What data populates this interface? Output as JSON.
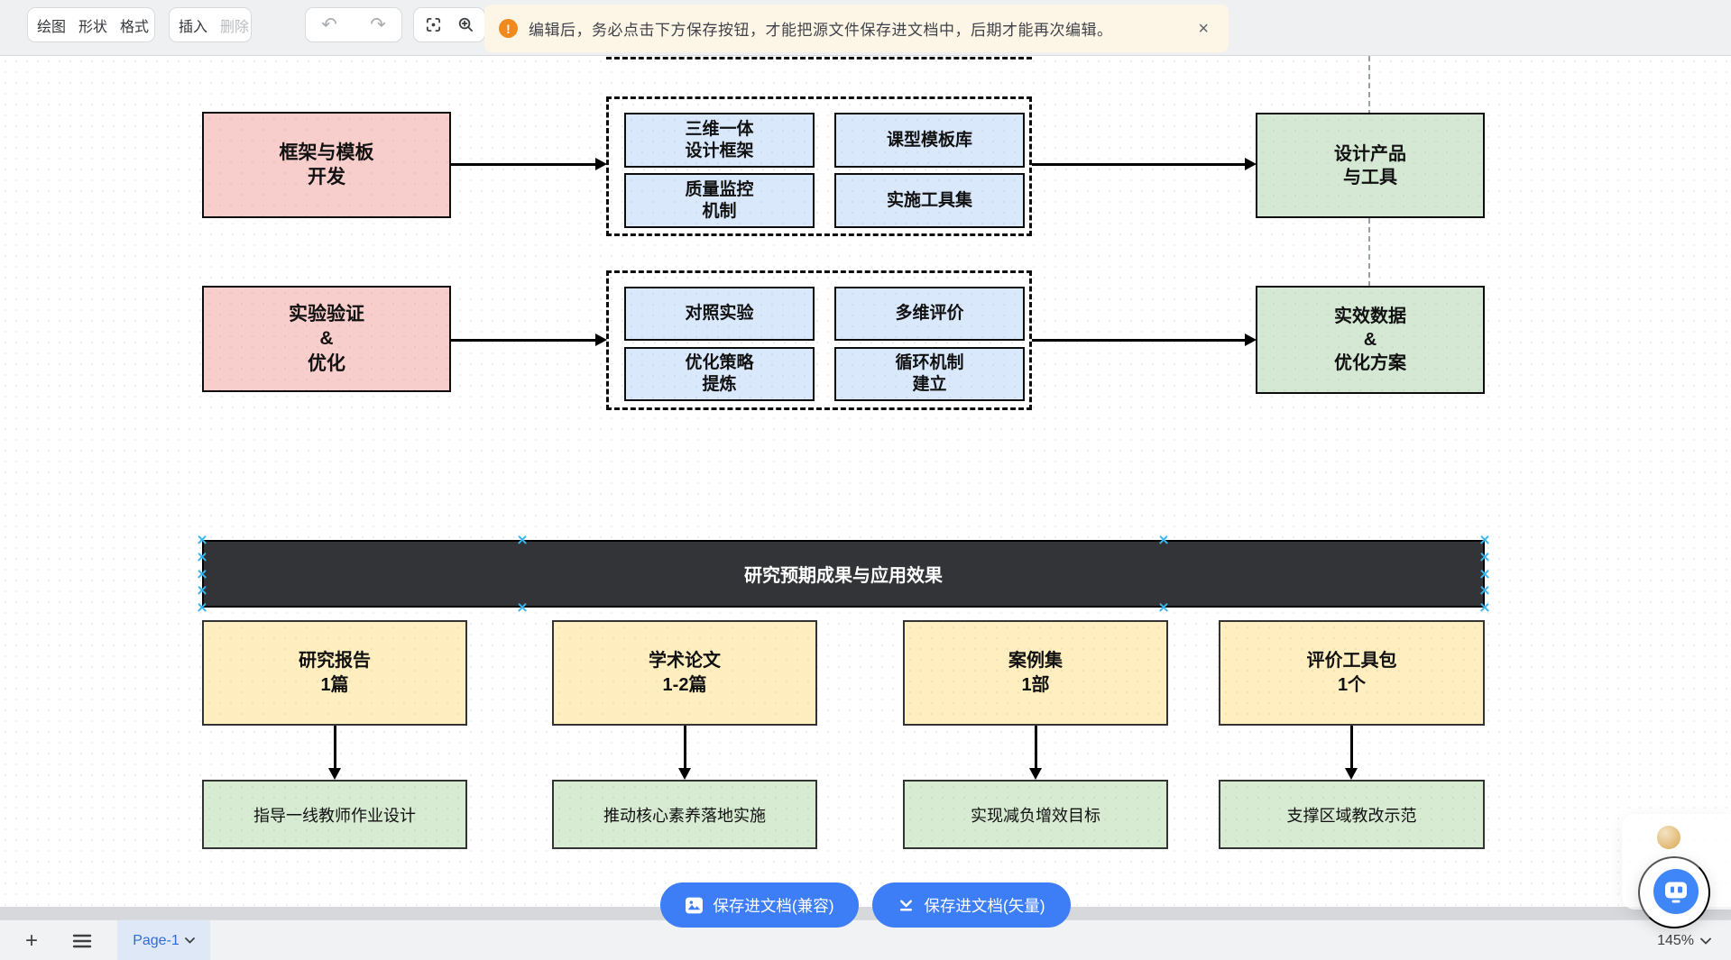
{
  "toolbar": {
    "menu": [
      "绘图",
      "形状",
      "格式"
    ],
    "insert_label": "插入",
    "delete_label": "删除",
    "undo_icon": "↶",
    "redo_icon": "↷",
    "banner": {
      "text": "编辑后，务必点击下方保存按钮，才能把源文件保存进文档中，后期才能再次编辑。",
      "warning_glyph": "!",
      "close_glyph": "×"
    }
  },
  "diagram": {
    "rows": [
      {
        "source": "框架与模板\n开发",
        "items": [
          "三维一体\n设计框架",
          "课型模板库",
          "质量监控\n机制",
          "实施工具集"
        ],
        "target": "设计产品\n与工具"
      },
      {
        "source": "实验验证\n&\n优化",
        "items": [
          "对照实验",
          "多维评价",
          "优化策略\n提炼",
          "循环机制\n建立"
        ],
        "target": "实效数据\n&\n优化方案"
      }
    ],
    "section_banner": "研究预期成果与应用效果",
    "outcomes": [
      {
        "deliverable": "研究报告\n1篇",
        "impact": "指导一线教师作业设计"
      },
      {
        "deliverable": "学术论文\n1-2篇",
        "impact": "推动核心素养落地实施"
      },
      {
        "deliverable": "案例集\n1部",
        "impact": "实现减负增效目标"
      },
      {
        "deliverable": "评价工具包\n1个",
        "impact": "支撑区域教改示范"
      }
    ]
  },
  "save_buttons": [
    {
      "label": "保存进文档(兼容)"
    },
    {
      "label": "保存进文档(矢量)"
    }
  ],
  "footer": {
    "add_glyph": "+",
    "page_tab": "Page-1",
    "zoom_level": "145%"
  },
  "colors": {
    "pink_fill": "#f8cecc",
    "blue_fill": "#dae8fc",
    "green_fill": "#d5e8d4",
    "yellow_fill": "#ffefc0",
    "dark_banner": "#333437",
    "accent_blue": "#3d7ef7",
    "selection_handle": "#38b6f3",
    "warning_orange": "#f08a1d",
    "warning_banner_bg": "#fdf6e7"
  }
}
